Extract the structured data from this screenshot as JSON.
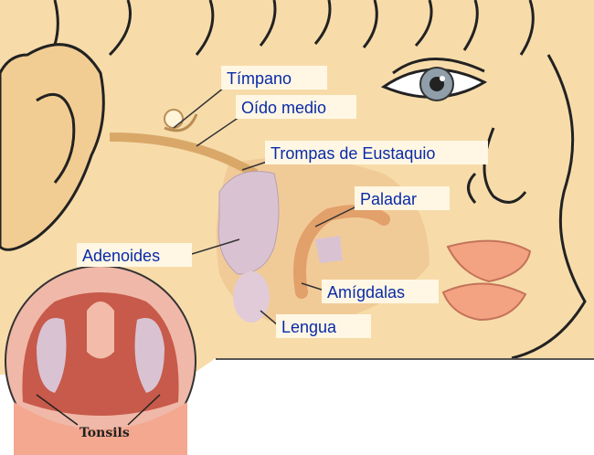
{
  "labels": {
    "timpano": "Tímpano",
    "oido_medio": "Oído medio",
    "trompas": "Trompas de Eustaquio",
    "paladar": "Paladar",
    "adenoides": "Adenoides",
    "amigdalas": "Amígdalas",
    "lengua": "Lengua"
  },
  "inset": {
    "tonsils": "Tonsils"
  },
  "colors": {
    "skin": "#f7dcaa",
    "skin_shadow": "#e9bf86",
    "label_text": "#0a2aa8",
    "label_bg": "#fff7e4",
    "throat": "#c75a4a",
    "tissue": "#d9c3d2"
  }
}
